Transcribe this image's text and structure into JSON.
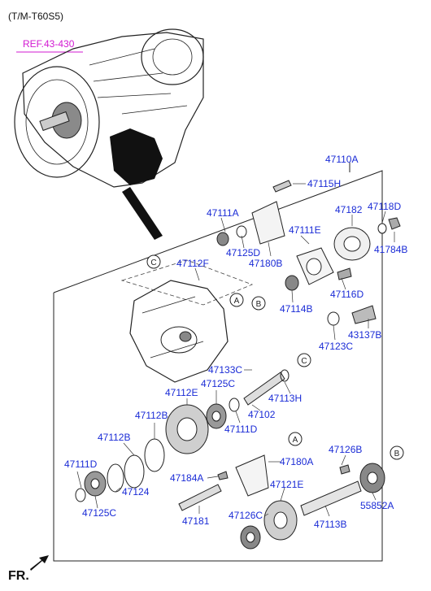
{
  "header": {
    "model_code": "(T/M-T60S5)",
    "reference": "REF.43-430",
    "front_marker": "FR."
  },
  "callouts": [
    "A",
    "B",
    "C"
  ],
  "parts": {
    "p47110A": "47110A",
    "p47115H": "47115H",
    "p47111A": "47111A",
    "p47182": "47182",
    "p47118D": "47118D",
    "p47111E": "47111E",
    "p47784B": "41784B",
    "p47125D_top": "47125D",
    "p47180B": "47180B",
    "p47112F": "47112F",
    "p47116D": "47116D",
    "p47114B": "47114B",
    "p43137B": "43137B",
    "p47123C": "47123C",
    "p47133C": "47133C",
    "p47113H": "47113H",
    "p47125C_mid": "47125C",
    "p47112E": "47112E",
    "p47102": "47102",
    "p47111D_mid": "47111D",
    "p47112B_a": "47112B",
    "p47112B_b": "47112B",
    "p47126B": "47126B",
    "p47111D_low": "47111D",
    "p47184A": "47184A",
    "p47180A": "47180A",
    "p47124": "47124",
    "p47121E": "47121E",
    "p55852A": "55852A",
    "p47125C_low": "47125C",
    "p47181": "47181",
    "p47126C": "47126C",
    "p47113B": "47113B"
  },
  "colors": {
    "label": "#1a2bd6",
    "reference": "#d21ad2",
    "ink": "#222222"
  }
}
